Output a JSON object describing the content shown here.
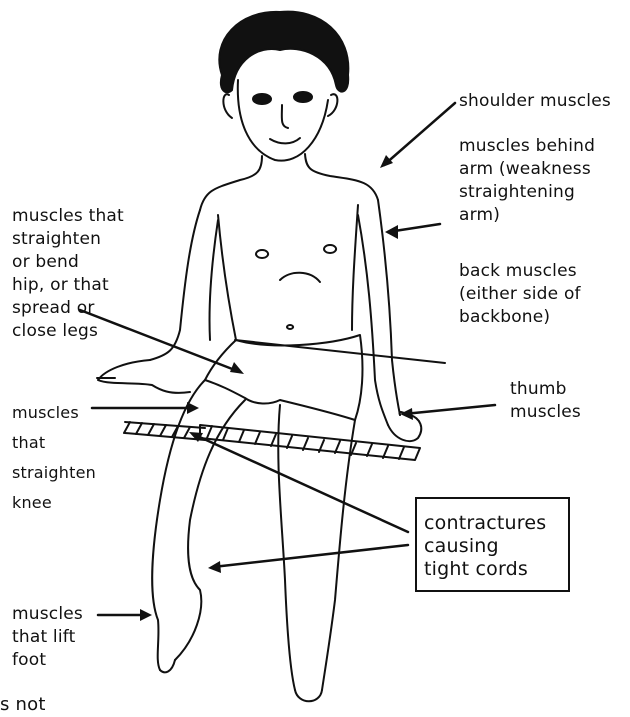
{
  "labels": {
    "shoulder": "shoulder muscles",
    "behind_arm": "muscles behind\narm (weakness\nstraightening\narm)",
    "hip": "muscles that\nstraighten\nor bend\nhip, or that\nspread or\nclose legs",
    "back": "back muscles\n(either side of\nbackbone)",
    "knee": "muscles\nthat\nstraighten\nknee",
    "thumb": "thumb\nmuscles",
    "contractures": "contractures\ncausing\ntight cords",
    "foot": "muscles\nthat lift\nfoot",
    "cut_off": "s not"
  },
  "colors": {
    "ink": "#111111",
    "paper": "#ffffff"
  }
}
